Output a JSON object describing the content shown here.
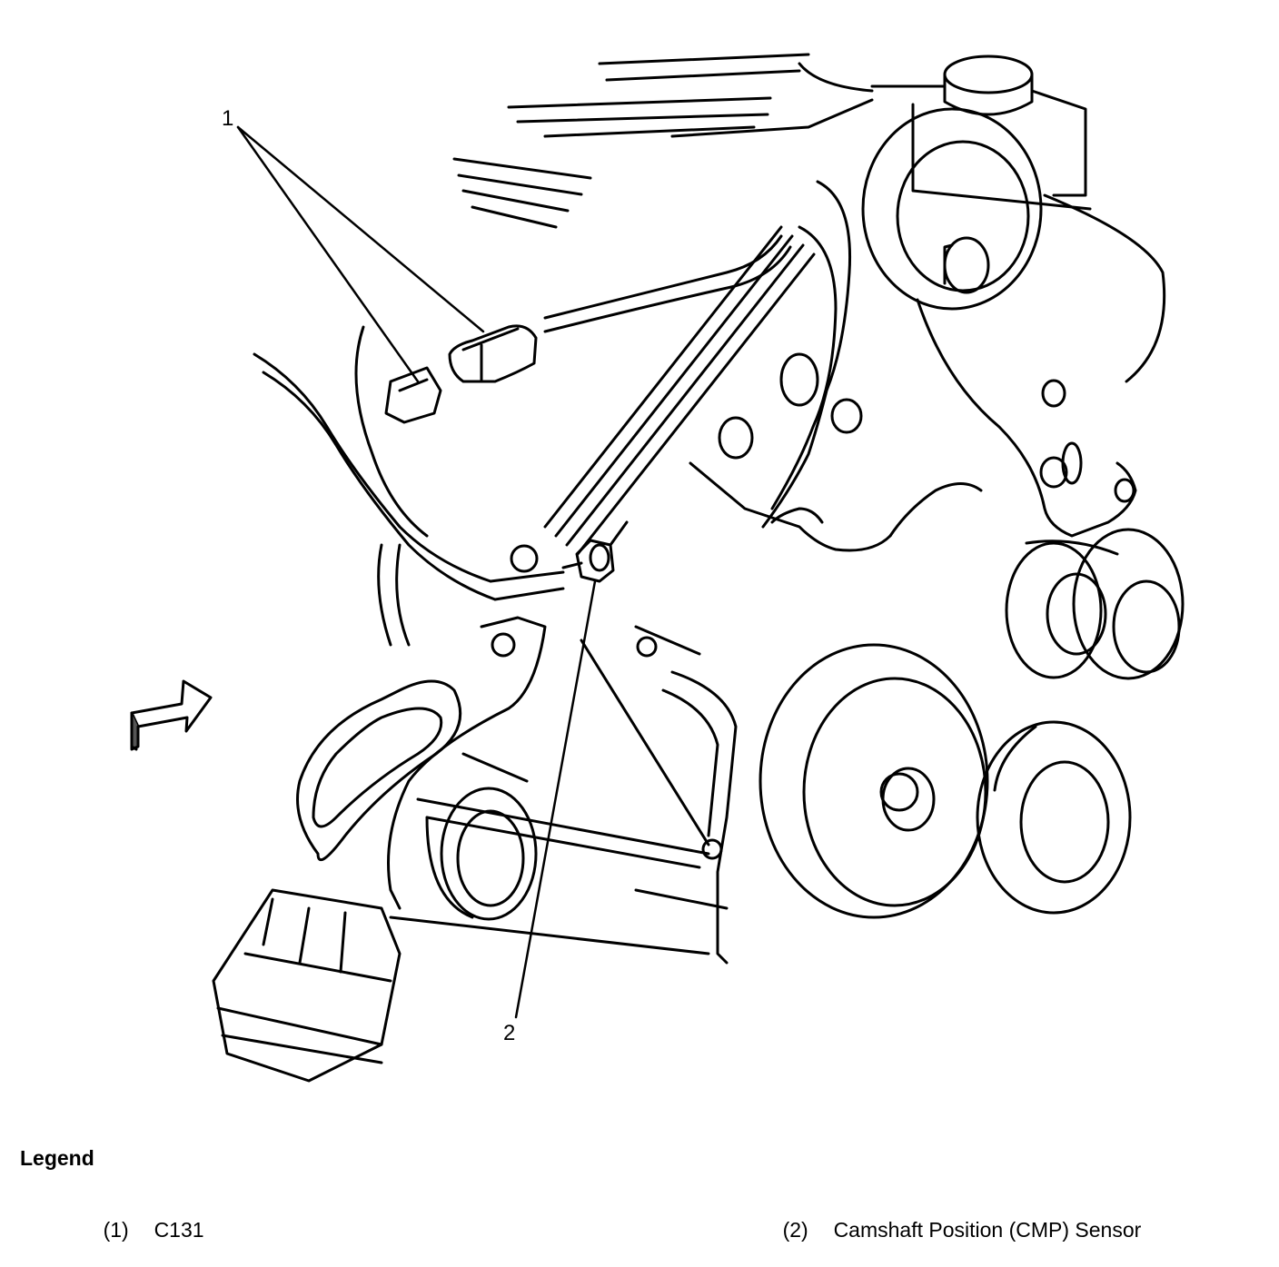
{
  "diagram": {
    "callouts": [
      {
        "id": "1",
        "label": "1"
      },
      {
        "id": "2",
        "label": "2"
      }
    ]
  },
  "legend": {
    "title": "Legend",
    "items": [
      {
        "number": "(1)",
        "text": "C131"
      },
      {
        "number": "(2)",
        "text": "Camshaft Position (CMP) Sensor"
      }
    ]
  }
}
